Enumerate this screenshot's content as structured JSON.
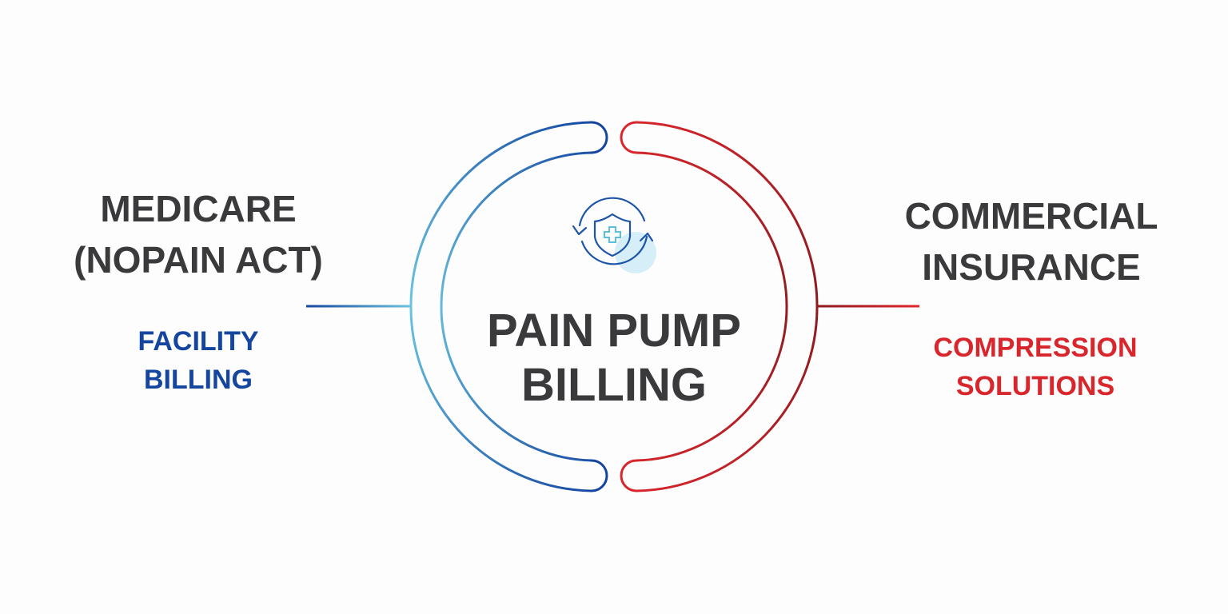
{
  "center": {
    "title_line1": "PAIN PUMP",
    "title_line2": "BILLING",
    "icon": "shield-medical-cross-refresh-icon"
  },
  "left": {
    "heading_line1": "MEDICARE",
    "heading_line2": "(NOPAIN ACT)",
    "sub_line1": "FACILITY",
    "sub_line2": "BILLING"
  },
  "right": {
    "heading_line1": "COMMERCIAL",
    "heading_line2": "INSURANCE",
    "sub_line1": "COMPRESSION",
    "sub_line2": "SOLUTIONS"
  },
  "colors": {
    "text_dark": "#3a3a3c",
    "blue_dark": "#1446a0",
    "blue_light": "#6cc4e0",
    "red_bright": "#d9262c",
    "red_dark": "#8e1a1f",
    "icon_circle_fill": "#d6eef8"
  }
}
